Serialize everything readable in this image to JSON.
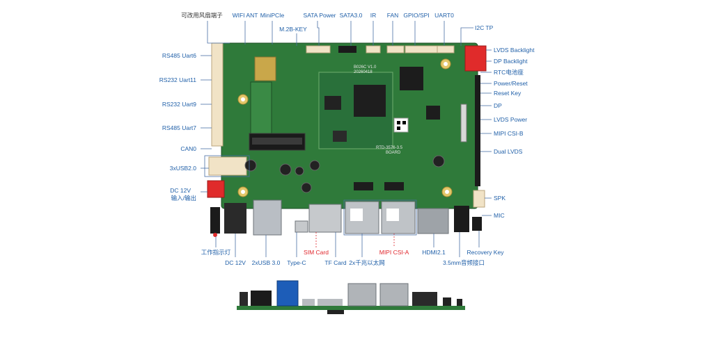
{
  "colors": {
    "label_blue": "#1f5fa8",
    "label_red": "#e0252b",
    "pcb_green": "#2f7a3a",
    "pcb_dark": "#235f2d",
    "leader_line": "#4a6fa5"
  },
  "top_labels": {
    "fan_header_note": "可改用风扇端子",
    "wifi_ant": "WIFI ANT",
    "minipcie": "MiniPCIe",
    "m2b_key": "M.2B-KEY",
    "sata_power": "SATA Power",
    "sata30": "SATA3.0",
    "ir": "IR",
    "fan": "FAN",
    "gpio_spi": "GPIO/SPI",
    "uart0": "UART0",
    "i2c_tp": "I2C TP"
  },
  "left_labels": {
    "rs485_uart6": "RS485 Uart6",
    "rs232_uart11": "RS232 Uart11",
    "rs232_uart9": "RS232 Uart9",
    "rs485_uart7": "RS485 Uart7",
    "can0": "CAN0",
    "usb20": "3xUSB2.0",
    "dc12v_in_line1": "DC 12V",
    "dc12v_in_line2": "输入/输出"
  },
  "right_labels": {
    "lvds_backlight": "LVDS Backlight",
    "dp_backlight": "DP Backlight",
    "rtc": "RTC电池座",
    "power_reset": "Power/Reset",
    "reset_key": "Reset Key",
    "dp": "DP",
    "lvds_power": "LVDS Power",
    "mipi_csi_b": "MIPI CSI-B",
    "dual_lvds": "Dual LVDS",
    "spk": "SPK",
    "mic": "MIC"
  },
  "bottom_labels": {
    "status_led": "工作指示灯",
    "dc12v": "DC 12V",
    "usb30": "2xUSB 3.0",
    "type_c": "Type-C",
    "sim_card": "SIM Card",
    "tf_card": "TF Card",
    "gbe": "2x千兆以太网",
    "mipi_csi_a": "MIPI CSI-A",
    "hdmi": "HDMI2.1",
    "audio_jack": "3.5mm音频接口",
    "recovery_key": "Recovery Key"
  },
  "board_silkscreen": {
    "model_top": "B026C V1.0",
    "model_date": "20260418",
    "board_name": "RTD-3576-3.5",
    "board_sub": "BOARD"
  }
}
